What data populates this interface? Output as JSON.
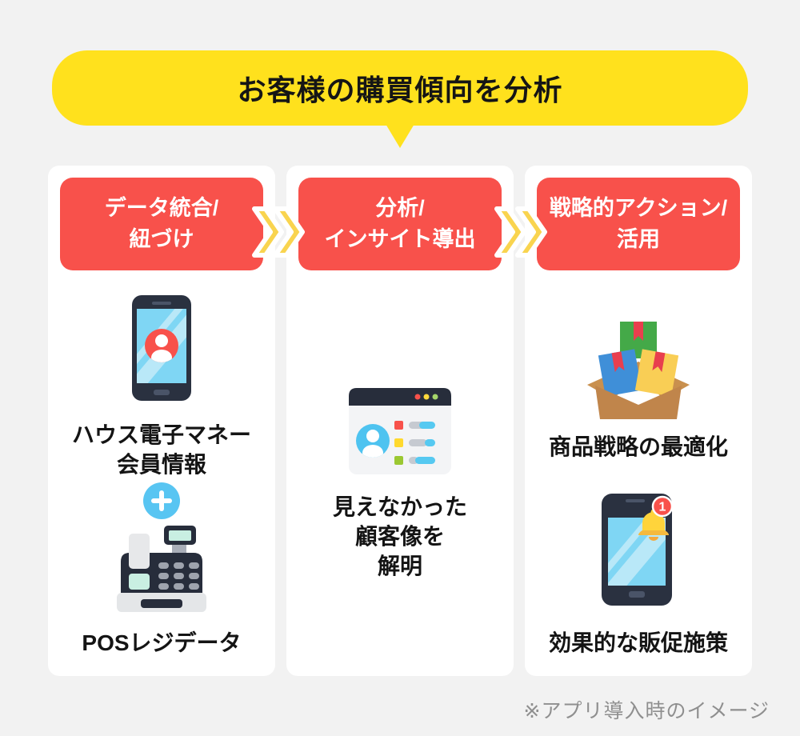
{
  "title_bubble": {
    "title": "お客様の購買傾向を分析"
  },
  "columns": [
    {
      "header": "データ統合/\n紐づけ",
      "items": [
        {
          "icon": "smartphone-profile-icon",
          "label": "ハウス電子マネー\n会員情報"
        },
        {
          "icon": "plus-icon"
        },
        {
          "icon": "pos-register-icon",
          "label": "POSレジデータ"
        }
      ]
    },
    {
      "header": "分析/\nインサイト導出",
      "items": [
        {
          "icon": "browser-profile-icon",
          "label": "見えなかった\n顧客像を\n解明"
        }
      ]
    },
    {
      "header": "戦略的アクション/\n活用",
      "items": [
        {
          "icon": "open-box-icon",
          "label": "商品戦略の最適化"
        },
        {
          "icon": "smartphone-notification-icon",
          "label": "効果的な販促施策",
          "badge": "1"
        }
      ]
    }
  ],
  "connectors": [
    {
      "icon": "double-chevron-right-icon"
    },
    {
      "icon": "double-chevron-right-icon"
    }
  ],
  "footnote": "※アプリ導入時のイメージ",
  "colors": {
    "background": "#F2F2F2",
    "bubble_yellow": "#FFE11D",
    "chevron_yellow": "#F9D44F",
    "step_red": "#F8514B",
    "card_white": "#FFFFFF",
    "text_black": "#141414",
    "footnote_gray": "#8F8F8F",
    "accent_blue": "#58C5F2",
    "icon_navy": "#2A3140"
  }
}
